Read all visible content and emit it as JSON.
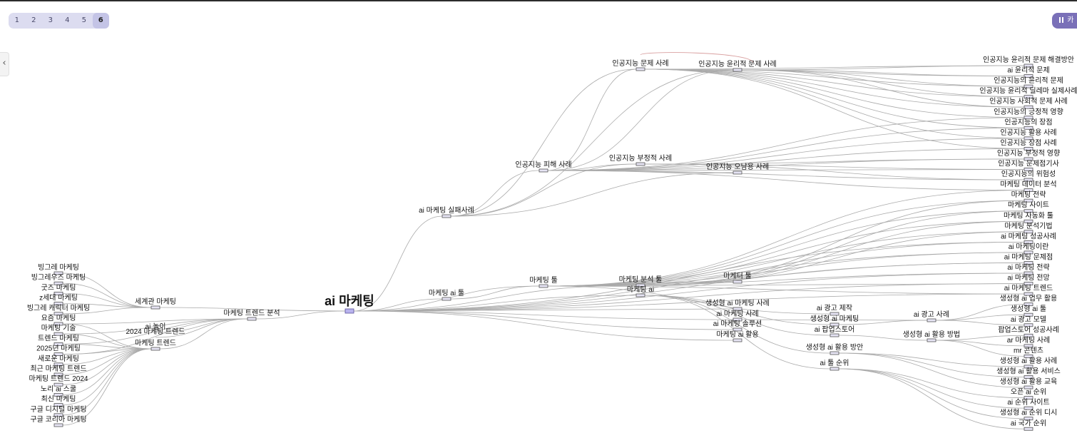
{
  "pager": {
    "pages": [
      "1",
      "2",
      "3",
      "4",
      "5",
      "6"
    ],
    "active": "6"
  },
  "collapse_icon": "chevron-left-icon",
  "right_button": {
    "label": "카",
    "icon": "pause-icon"
  },
  "root": "ai 마케팅",
  "hubs": {
    "trend_analysis": "마케팅 트렌드 분석",
    "worldview": "세계관 마케팅",
    "ai_play": "ai 놀이",
    "trend_2024": "2024 마케팅 트렌드",
    "mk_trend": "마케팅 트렌드",
    "failure": "ai 마케팅 실패사례",
    "damage": "인공지능 피해 사례",
    "problem": "인공지능 문제 사례",
    "ethics": "인공지능 윤리적 문제 사례",
    "negative": "인공지능 부정적 사례",
    "misuse": "인공지능 오남용 사례",
    "mk_ai_tool": "마케팅 ai 툴",
    "mk_tool": "마케팅 툴",
    "mk_analysis_tool": "마케팅 분석 툴",
    "marketer_tool": "마케터 툴",
    "mk_ai": "마케팅 ai",
    "gen_case": "생성형 ai 마케팅 사례",
    "ai_case": "ai 마케팅 사례",
    "ai_solution": "ai 마케팅 솔루션",
    "ai_use": "마케팅 ai 활용",
    "ad_make": "ai 광고 제작",
    "gen_mk": "생성형 ai 마케팅",
    "popup": "ai 팝업스토어",
    "gen_plan": "생성형 ai 활용 방안",
    "tool_rank": "ai 툴 순위",
    "ad_case": "ai 광고 사례",
    "gen_method": "생성형 ai 활용 방법"
  },
  "left_leaves": [
    "빙그레 마케팅",
    "빙그레우즈 마케팅",
    "굿즈 마케팅",
    "z세대 마케팅",
    "빙그레 캐릭터 마케팅",
    "요즘 마케팅",
    "마케팅 기술",
    "트렌드 마케팅",
    "2025년 마케팅",
    "새로운 마케팅",
    "최근 마케팅 트렌드",
    "마케팅 트렌드 2024",
    "노리 ai 스쿨",
    "최신 마케팅",
    "구글 디지털 마케팅",
    "구글 코리아 마케팅"
  ],
  "right_leaves": [
    "인공지능 윤리적 문제 해결방안",
    "ai 윤리적 문제",
    "인공지능의 윤리적 문제",
    "인공지능 윤리적 딜레마 실제사례",
    "인공지능 사회적 문제 사례",
    "인공지능의 긍정적 영향",
    "인공지능의 장점",
    "인공지능 활용 사례",
    "인공지능 장점 사례",
    "인공지능 부정적 영향",
    "인공지능 문제점기사",
    "인공지능의 위험성",
    "마케팅 데이터 분석",
    "마케팅 전략",
    "마케팅 사이트",
    "마케팅 자동화 툴",
    "마케팅 분석기법",
    "ai 마케팅 성공사례",
    "ai 마케팅이란",
    "ai 마케팅 문제점",
    "ai 마케팅 전략",
    "ai 마케팅 전망",
    "ai 마케팅 트렌드",
    "생성형 ai 업무 활용",
    "생성형 ai 툴",
    "ai 광고 모델",
    "팝업스토어 성공사례",
    "ar 마케팅 사례",
    "mr 콘텐츠",
    "생성형 ai 활용 사례",
    "생성형 ai 활용 서비스",
    "생성형 ai 활용 교육",
    "오픈 ai 순위",
    "ai 순위 사이트",
    "생성형 ai 순위 디시",
    "ai 국가 순위"
  ],
  "colors": {
    "root_fill": "#b9b3ee",
    "root_stroke": "#5a5299",
    "link": "#aaaaaa",
    "link_red": "#d9a0a0",
    "accent": "#7a70b8"
  }
}
